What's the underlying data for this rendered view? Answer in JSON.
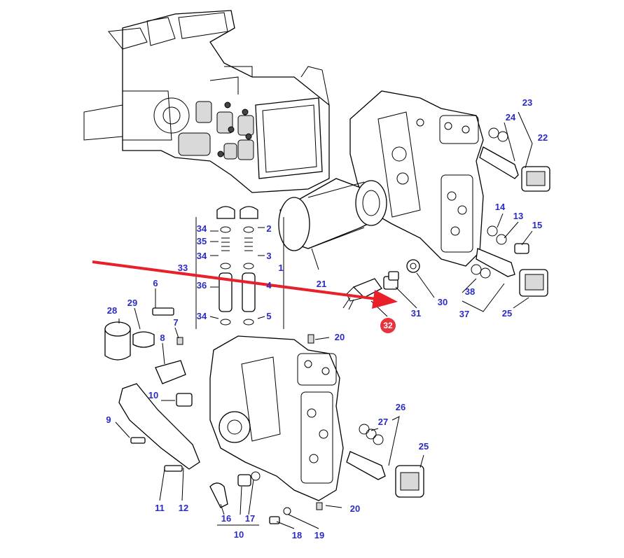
{
  "callouts": [
    {
      "id": "c1",
      "text": "1"
    },
    {
      "id": "c2",
      "text": "2"
    },
    {
      "id": "c3",
      "text": "3"
    },
    {
      "id": "c4",
      "text": "4"
    },
    {
      "id": "c5",
      "text": "5"
    },
    {
      "id": "c6",
      "text": "6"
    },
    {
      "id": "c7",
      "text": "7"
    },
    {
      "id": "c8",
      "text": "8"
    },
    {
      "id": "c9",
      "text": "9"
    },
    {
      "id": "c10a",
      "text": "10"
    },
    {
      "id": "c10b",
      "text": "10"
    },
    {
      "id": "c11",
      "text": "11"
    },
    {
      "id": "c12",
      "text": "12"
    },
    {
      "id": "c13",
      "text": "13"
    },
    {
      "id": "c14",
      "text": "14"
    },
    {
      "id": "c15",
      "text": "15"
    },
    {
      "id": "c16",
      "text": "16"
    },
    {
      "id": "c17",
      "text": "17"
    },
    {
      "id": "c18",
      "text": "18"
    },
    {
      "id": "c19",
      "text": "19"
    },
    {
      "id": "c20a",
      "text": "20"
    },
    {
      "id": "c20b",
      "text": "20"
    },
    {
      "id": "c21",
      "text": "21"
    },
    {
      "id": "c22",
      "text": "22"
    },
    {
      "id": "c23",
      "text": "23"
    },
    {
      "id": "c24",
      "text": "24"
    },
    {
      "id": "c25a",
      "text": "25"
    },
    {
      "id": "c25b",
      "text": "25"
    },
    {
      "id": "c26",
      "text": "26"
    },
    {
      "id": "c27",
      "text": "27"
    },
    {
      "id": "c28",
      "text": "28"
    },
    {
      "id": "c29",
      "text": "29"
    },
    {
      "id": "c30",
      "text": "30"
    },
    {
      "id": "c31",
      "text": "31"
    },
    {
      "id": "c33",
      "text": "33"
    },
    {
      "id": "c34a",
      "text": "34"
    },
    {
      "id": "c34b",
      "text": "34"
    },
    {
      "id": "c34c",
      "text": "34"
    },
    {
      "id": "c35",
      "text": "35"
    },
    {
      "id": "c36",
      "text": "36"
    },
    {
      "id": "c37",
      "text": "37"
    },
    {
      "id": "c38",
      "text": "38"
    }
  ],
  "highlight": {
    "text": "32",
    "color": "#e8323c"
  },
  "arrow_color": "#e8202a",
  "label_color": "#2b2bc4"
}
